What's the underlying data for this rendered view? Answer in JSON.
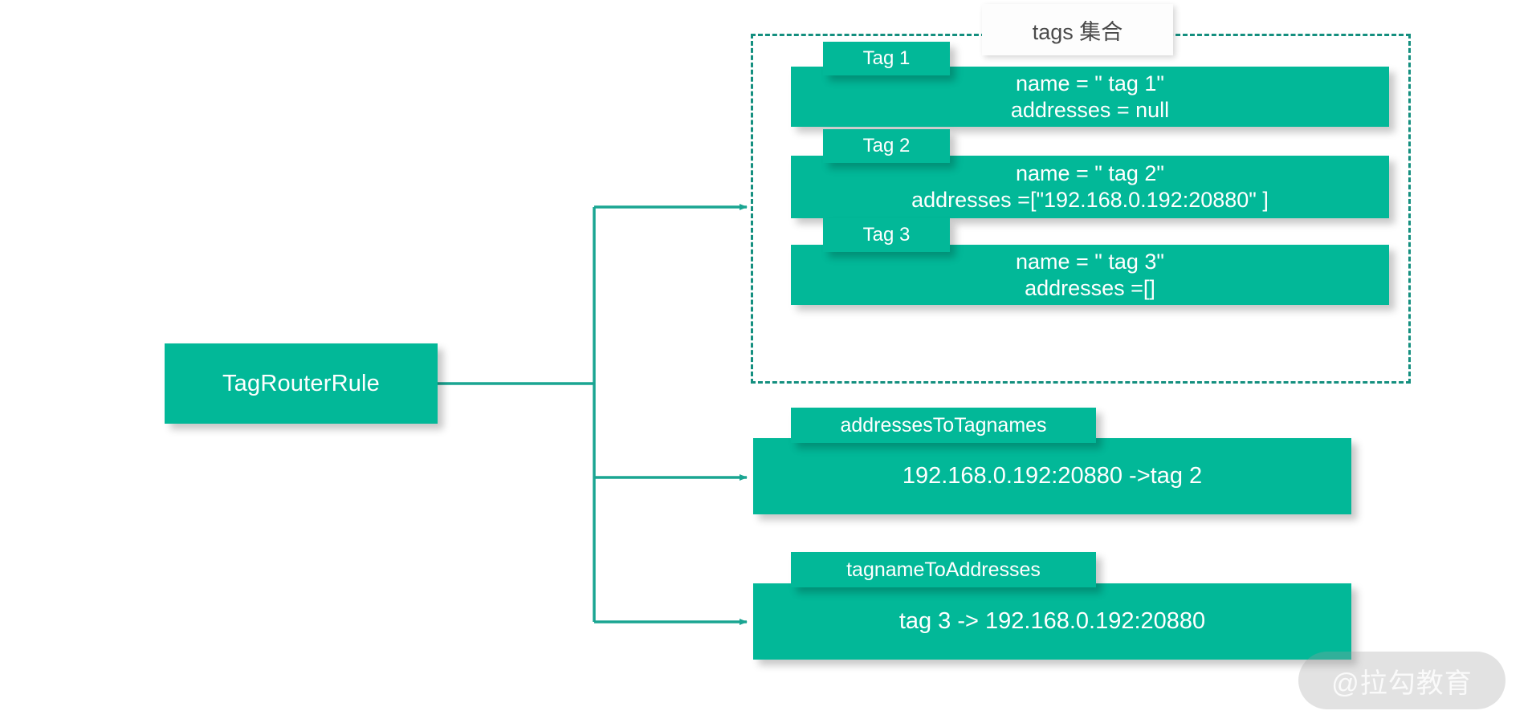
{
  "diagram": {
    "title_watermark": "@拉勾教育",
    "accent_color": "#02b898",
    "dash_color": "#148f7f",
    "text_color": "#ffffff",
    "group_title_color": "#4a4a4a"
  },
  "root": {
    "label": "TagRouterRule"
  },
  "tags_group": {
    "title": "tags 集合",
    "items": [
      {
        "tab": "Tag 1",
        "lines": [
          "name = \" tag 1\"",
          "addresses = null"
        ]
      },
      {
        "tab": "Tag 2",
        "lines": [
          "name = \" tag 2\"",
          "addresses =[\"192.168.0.192:20880\" ]"
        ]
      },
      {
        "tab": "Tag 3",
        "lines": [
          "name = \" tag 3\"",
          "addresses =[]"
        ]
      }
    ]
  },
  "maps": [
    {
      "tab": "addressesToTagnames",
      "line": "192.168.0.192:20880 ->tag 2"
    },
    {
      "tab": "tagnameToAddresses",
      "line": "tag 3 -> 192.168.0.192:20880"
    }
  ]
}
